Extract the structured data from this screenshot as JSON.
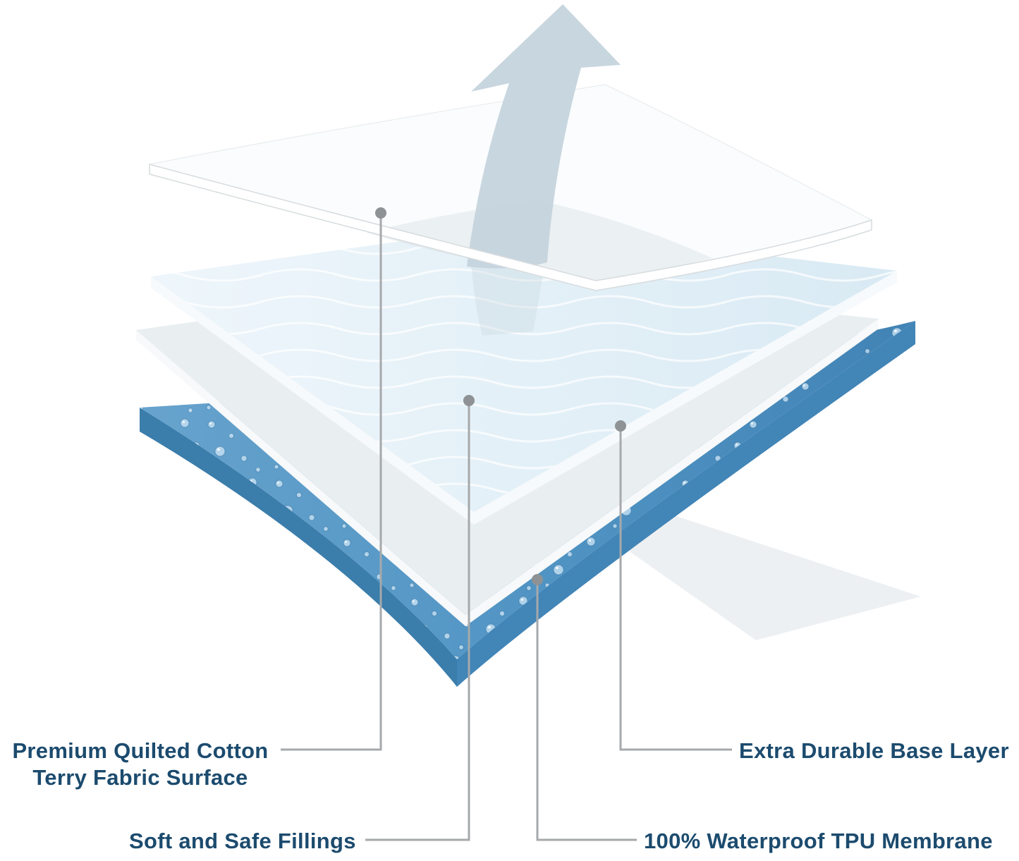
{
  "title": "Waterproof mattress protector layers diagram",
  "colors": {
    "label_text": "#1c4b6e",
    "callout_line": "#a6a9ab",
    "callout_dot": "#8e9294",
    "layer_top_fabric": "#fafcfd",
    "layer_quilted": "#e2eff7",
    "layer_filling": "#eaeff2",
    "layer_membrane_blue": "#4d8fc0",
    "membrane_edge_blue": "#3b7dab",
    "arrow": "#c3d3dc",
    "background": "#ffffff"
  },
  "labels": {
    "quilted": {
      "line1": "Premium Quilted Cotton",
      "line2": "Terry Fabric Surface"
    },
    "fillings": {
      "text": "Soft and Safe Fillings"
    },
    "base": {
      "text": "Extra Durable Base Layer"
    },
    "membrane": {
      "text": "100% Waterproof TPU Membrane"
    }
  },
  "illustration": {
    "layers": [
      {
        "name": "top-fabric-sheet",
        "description": "Premium Quilted Cotton Terry Fabric Surface"
      },
      {
        "name": "quilted-wave-layer",
        "description": "Soft and Safe Fillings"
      },
      {
        "name": "base-sheet-layer",
        "description": "Extra Durable Base Layer"
      },
      {
        "name": "waterproof-membrane-layer",
        "description": "100% Waterproof TPU Membrane"
      }
    ],
    "icons": [
      {
        "name": "arrow-up-icon",
        "meaning": "top layer lifting away"
      }
    ]
  }
}
